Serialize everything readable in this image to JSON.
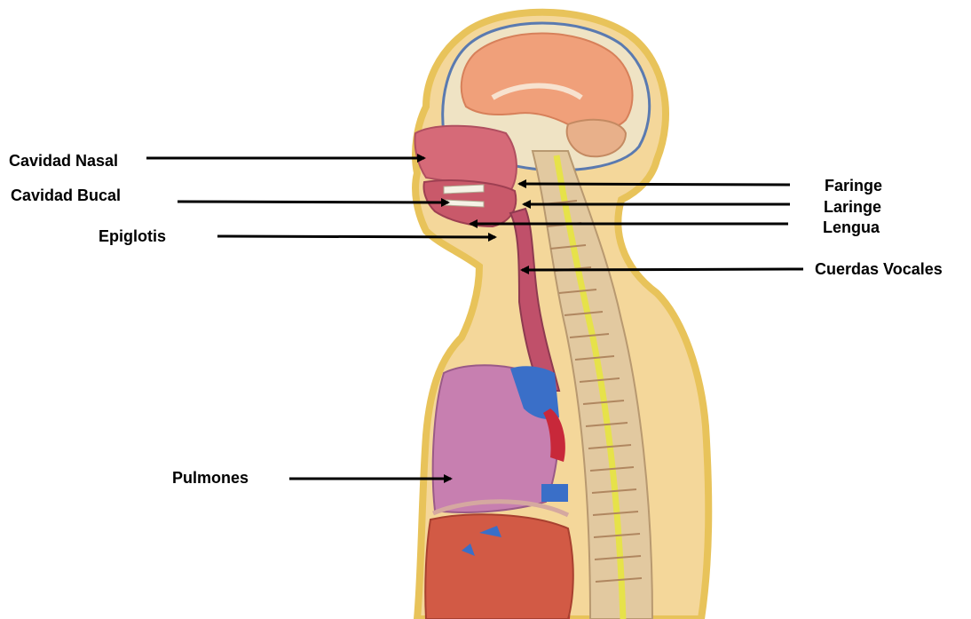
{
  "labels": {
    "cavidad_nasal": "Cavidad Nasal",
    "cavidad_bucal": "Cavidad Bucal",
    "epiglotis": "Epiglotis",
    "pulmones": "Pulmones",
    "faringe": "Faringe",
    "laringe": "Laringe",
    "lengua": "Lengua",
    "cuerdas_vocales": "Cuerdas Vocales"
  },
  "colors": {
    "skin_outline": "#e8c35a",
    "brain": "#f0a07a",
    "nasal_cavity": "#d66a78",
    "airway": "#c0506a",
    "spine_bone": "#e2c9a0",
    "spinal_cord": "#e6e24a",
    "lung": "#c77fb0",
    "liver": "#d25a45",
    "vessel_blue": "#3a6fc8",
    "vessel_red": "#c8283a",
    "arrow": "#000000"
  }
}
